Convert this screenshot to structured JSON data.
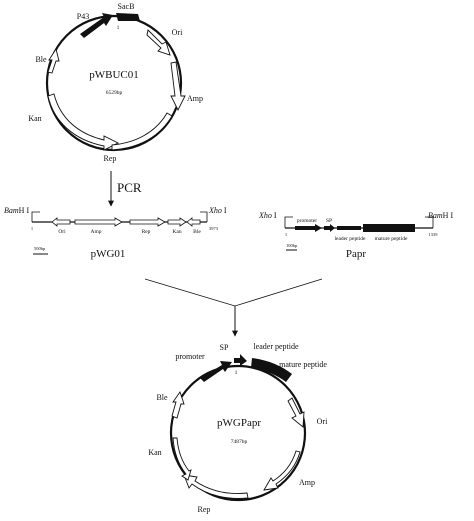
{
  "top_plasmid": {
    "name": "pWBUC01",
    "size": "6529bp",
    "origin_mark": "1",
    "labels": {
      "sacb": "SacB",
      "p43": "P43",
      "ori": "Ori",
      "ble": "Ble",
      "amp": "Amp",
      "kan": "Kan",
      "rep": "Rep"
    }
  },
  "pcr_label": "PCR",
  "linear_pwg01": {
    "name": "pWG01",
    "left_site_prefix": "Bam",
    "left_site_suffix": "H I",
    "right_site_prefix": "Xho",
    "right_site_suffix": " I",
    "start": "1",
    "end": "3973",
    "scale": "500bp",
    "features": {
      "ori": "Ori",
      "amp": "Amp",
      "rep": "Rep",
      "kan": "Kan",
      "ble": "Ble"
    }
  },
  "linear_papr": {
    "name": "Papr",
    "left_site_prefix": "Xho",
    "left_site_suffix": " I",
    "right_site_prefix": "Bam",
    "right_site_suffix": "H I",
    "start": "1",
    "end": "1339",
    "scale": "100bp",
    "features": {
      "promoter": "promoter",
      "sp": "SP",
      "leader": "leader peptide",
      "mature": "mature peptide"
    }
  },
  "bottom_plasmid": {
    "name": "pWGPapr",
    "size": "7487bp",
    "origin_mark": "1",
    "labels": {
      "promoter": "promoter",
      "sp": "SP",
      "leader": "leader peptide",
      "mature": "mature peptide",
      "ble": "Ble",
      "ori": "Ori",
      "kan": "Kan",
      "amp": "Amp",
      "rep": "Rep"
    }
  }
}
